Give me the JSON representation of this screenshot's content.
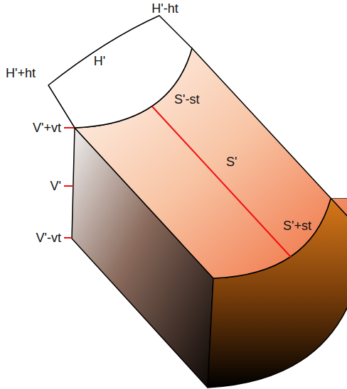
{
  "diagram": {
    "labels": [
      "H'-ht",
      "H'+ht",
      "H'",
      "V'+vt",
      "S'-st",
      "S'",
      "V'",
      "S'+st",
      "V'-vt"
    ]
  }
}
